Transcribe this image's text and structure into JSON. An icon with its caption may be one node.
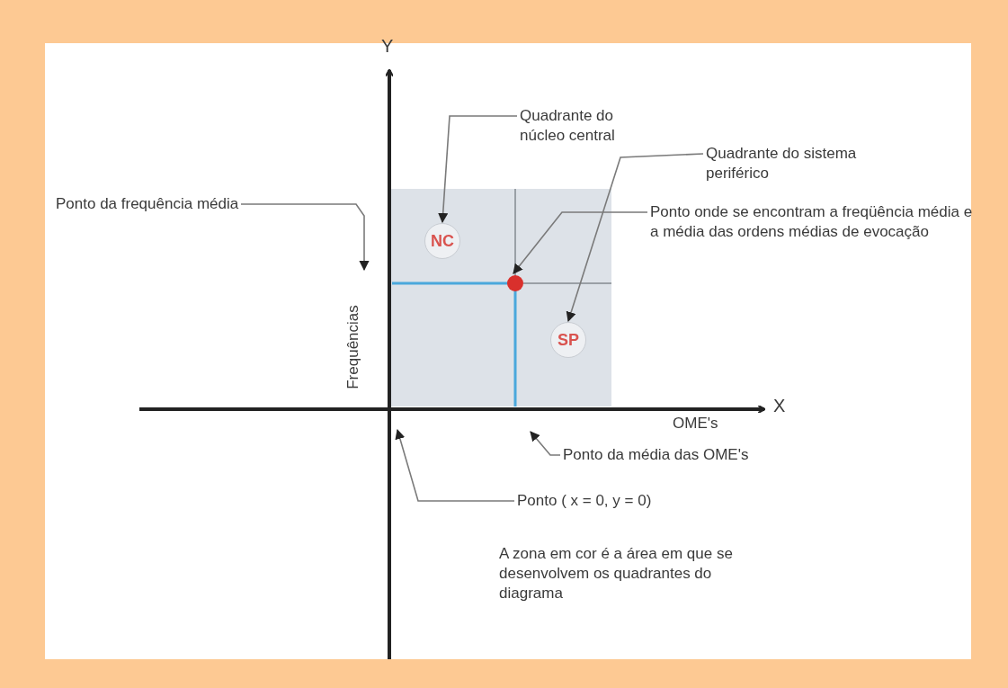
{
  "diagram": {
    "nodes": [
      {
        "text": [
          "Quadrante do núcleo central"
        ]
      },
      {
        "text": [
          "NC"
        ]
      },
      {
        "text": [
          "Quadrante do sistema periférico"
        ]
      },
      {
        "text": [
          "SP"
        ]
      },
      {
        "text": [
          "Ponto da frequência média"
        ]
      },
      {
        "text": [
          "Ponto onde se encontram a freqüência média e a média das ordens médias de evocação"
        ]
      },
      {
        "text": [],
        "shape": "circle"
      },
      {
        "text": [
          "Ponto da média das OME's"
        ]
      },
      {
        "text": [
          "Ponto ( x = 0, y = 0)"
        ]
      }
    ],
    "edges": [
      {
        "from": 0,
        "to": 1,
        "arrow": "to"
      },
      {
        "from": 2,
        "to": 3,
        "arrow": "to"
      },
      {
        "from": 4,
        "to": null,
        "arrow": "to"
      },
      {
        "from": 5,
        "to": 6,
        "arrow": "to"
      },
      {
        "from": 7,
        "to": null,
        "arrow": "to"
      },
      {
        "from": 8,
        "to": null,
        "arrow": "to"
      }
    ],
    "labels": [
      "Y",
      "Frequências",
      "X",
      "OME's",
      "A zona em cor é a área em que se desenvolvem os quadrantes do diagrama"
    ]
  }
}
